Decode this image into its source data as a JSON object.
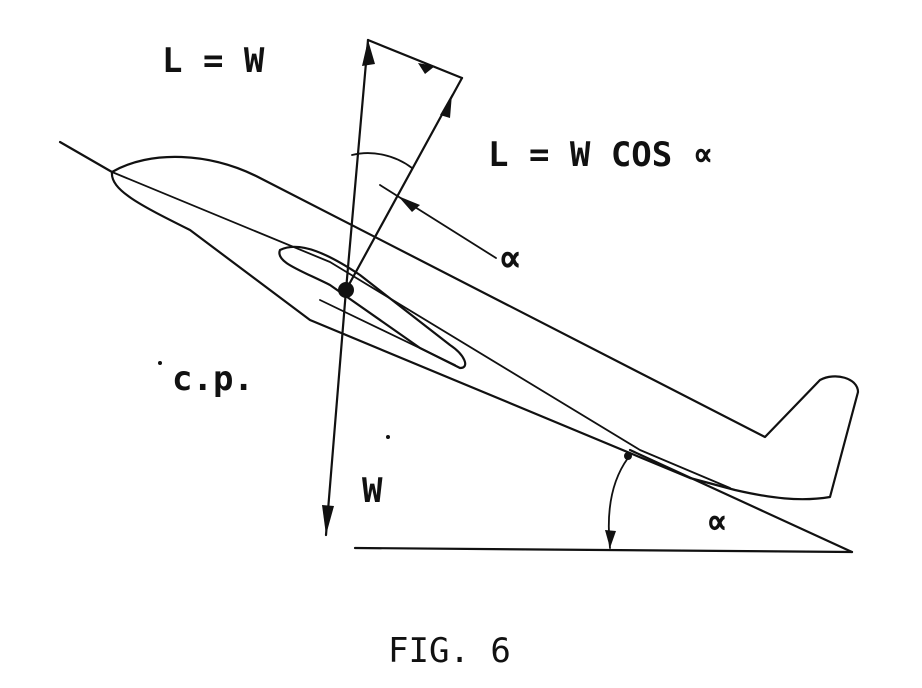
{
  "labels": {
    "lift_equals_weight": "L = W",
    "lift_equals_weight_cos": "L = W COS ∝",
    "alpha_upper": "∝",
    "alpha_lower": "∝",
    "center_of_pressure": "c.p.",
    "weight": "W",
    "caption": "FIG. 6"
  },
  "colors": {
    "ink": "#111111",
    "background": "#ffffff"
  }
}
